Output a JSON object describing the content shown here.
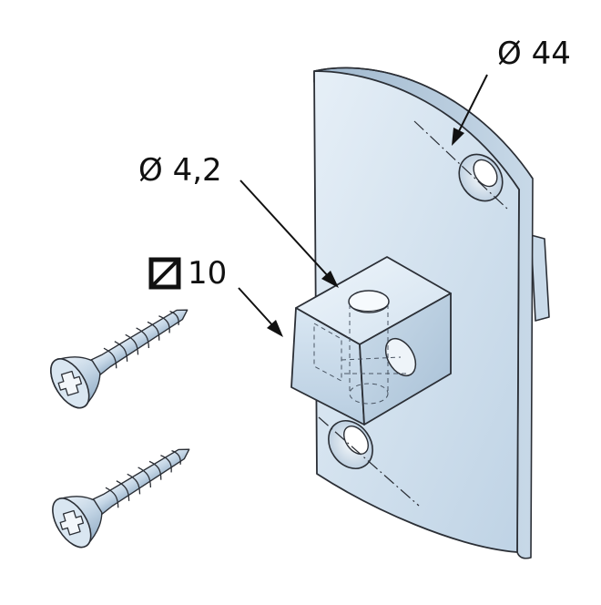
{
  "dimensions": {
    "plate_hole_spacing": {
      "symbol": "Ø",
      "value": "44",
      "text": "Ø 44"
    },
    "bore_diameter": {
      "symbol": "Ø",
      "value": "4,2",
      "text": "Ø 4,2"
    },
    "block_square": {
      "symbol": "square",
      "value": "10",
      "text": "10"
    }
  },
  "colors": {
    "steel_light": "#dbe8f3",
    "steel_mid": "#b9cfe2",
    "steel_dark": "#8fa9c2",
    "outline": "#2b2f36",
    "hidden_line": "#4a5563"
  },
  "icons": {
    "square_symbol": "square-with-diagonal-icon"
  }
}
